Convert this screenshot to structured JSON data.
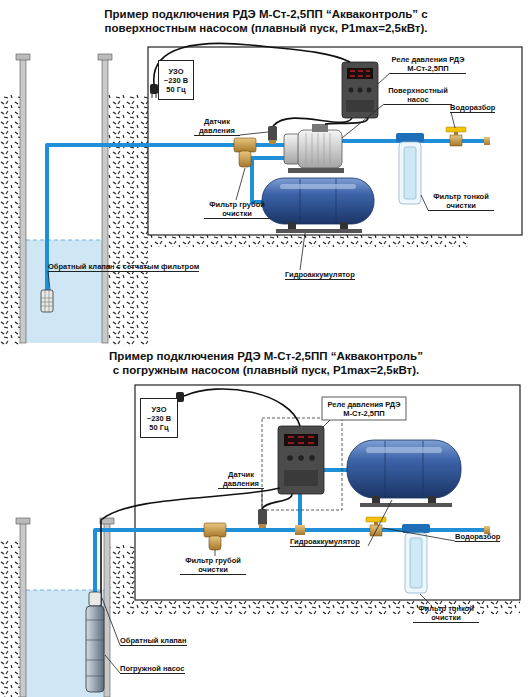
{
  "diagram": {
    "title": "Пример подключения РДЭ М-Ст-2,5ПП “Акваконтроль” с поверхностным насосом (плавный пуск, P1max=2,5кВт).",
    "nodes": [
      {
        "text": [
          "УЗО ~230 В 50 Гц"
        ]
      },
      {
        "text": [
          "УЗО ~230 В 50 Гц"
        ]
      }
    ],
    "labels": [
      "Реле давления РДЭ М-Ст-2,5ПП",
      "Поверхностный насос",
      "Датчик давления",
      "Водоразбор",
      "Фильтр грубой очистки",
      "Фильтр тонкой очистки",
      "Обратный клапан с сетчатым фильтром",
      "Гидроаккумулятор",
      "Пример подключения РДЭ М-Ст-2,5ПП “Акваконтроль” с погружным насосом (плавный пуск, P1max=2,5кВт).",
      "Реле давления РДЭ М-Ст-2,5ПП",
      "Датчик давления",
      "Гидроаккумулятор",
      "Водоразбор",
      "Фильтр грубой очистки",
      "Фильтр тонкой очистки",
      "Обратный клапан",
      "Погружной насос"
    ]
  }
}
